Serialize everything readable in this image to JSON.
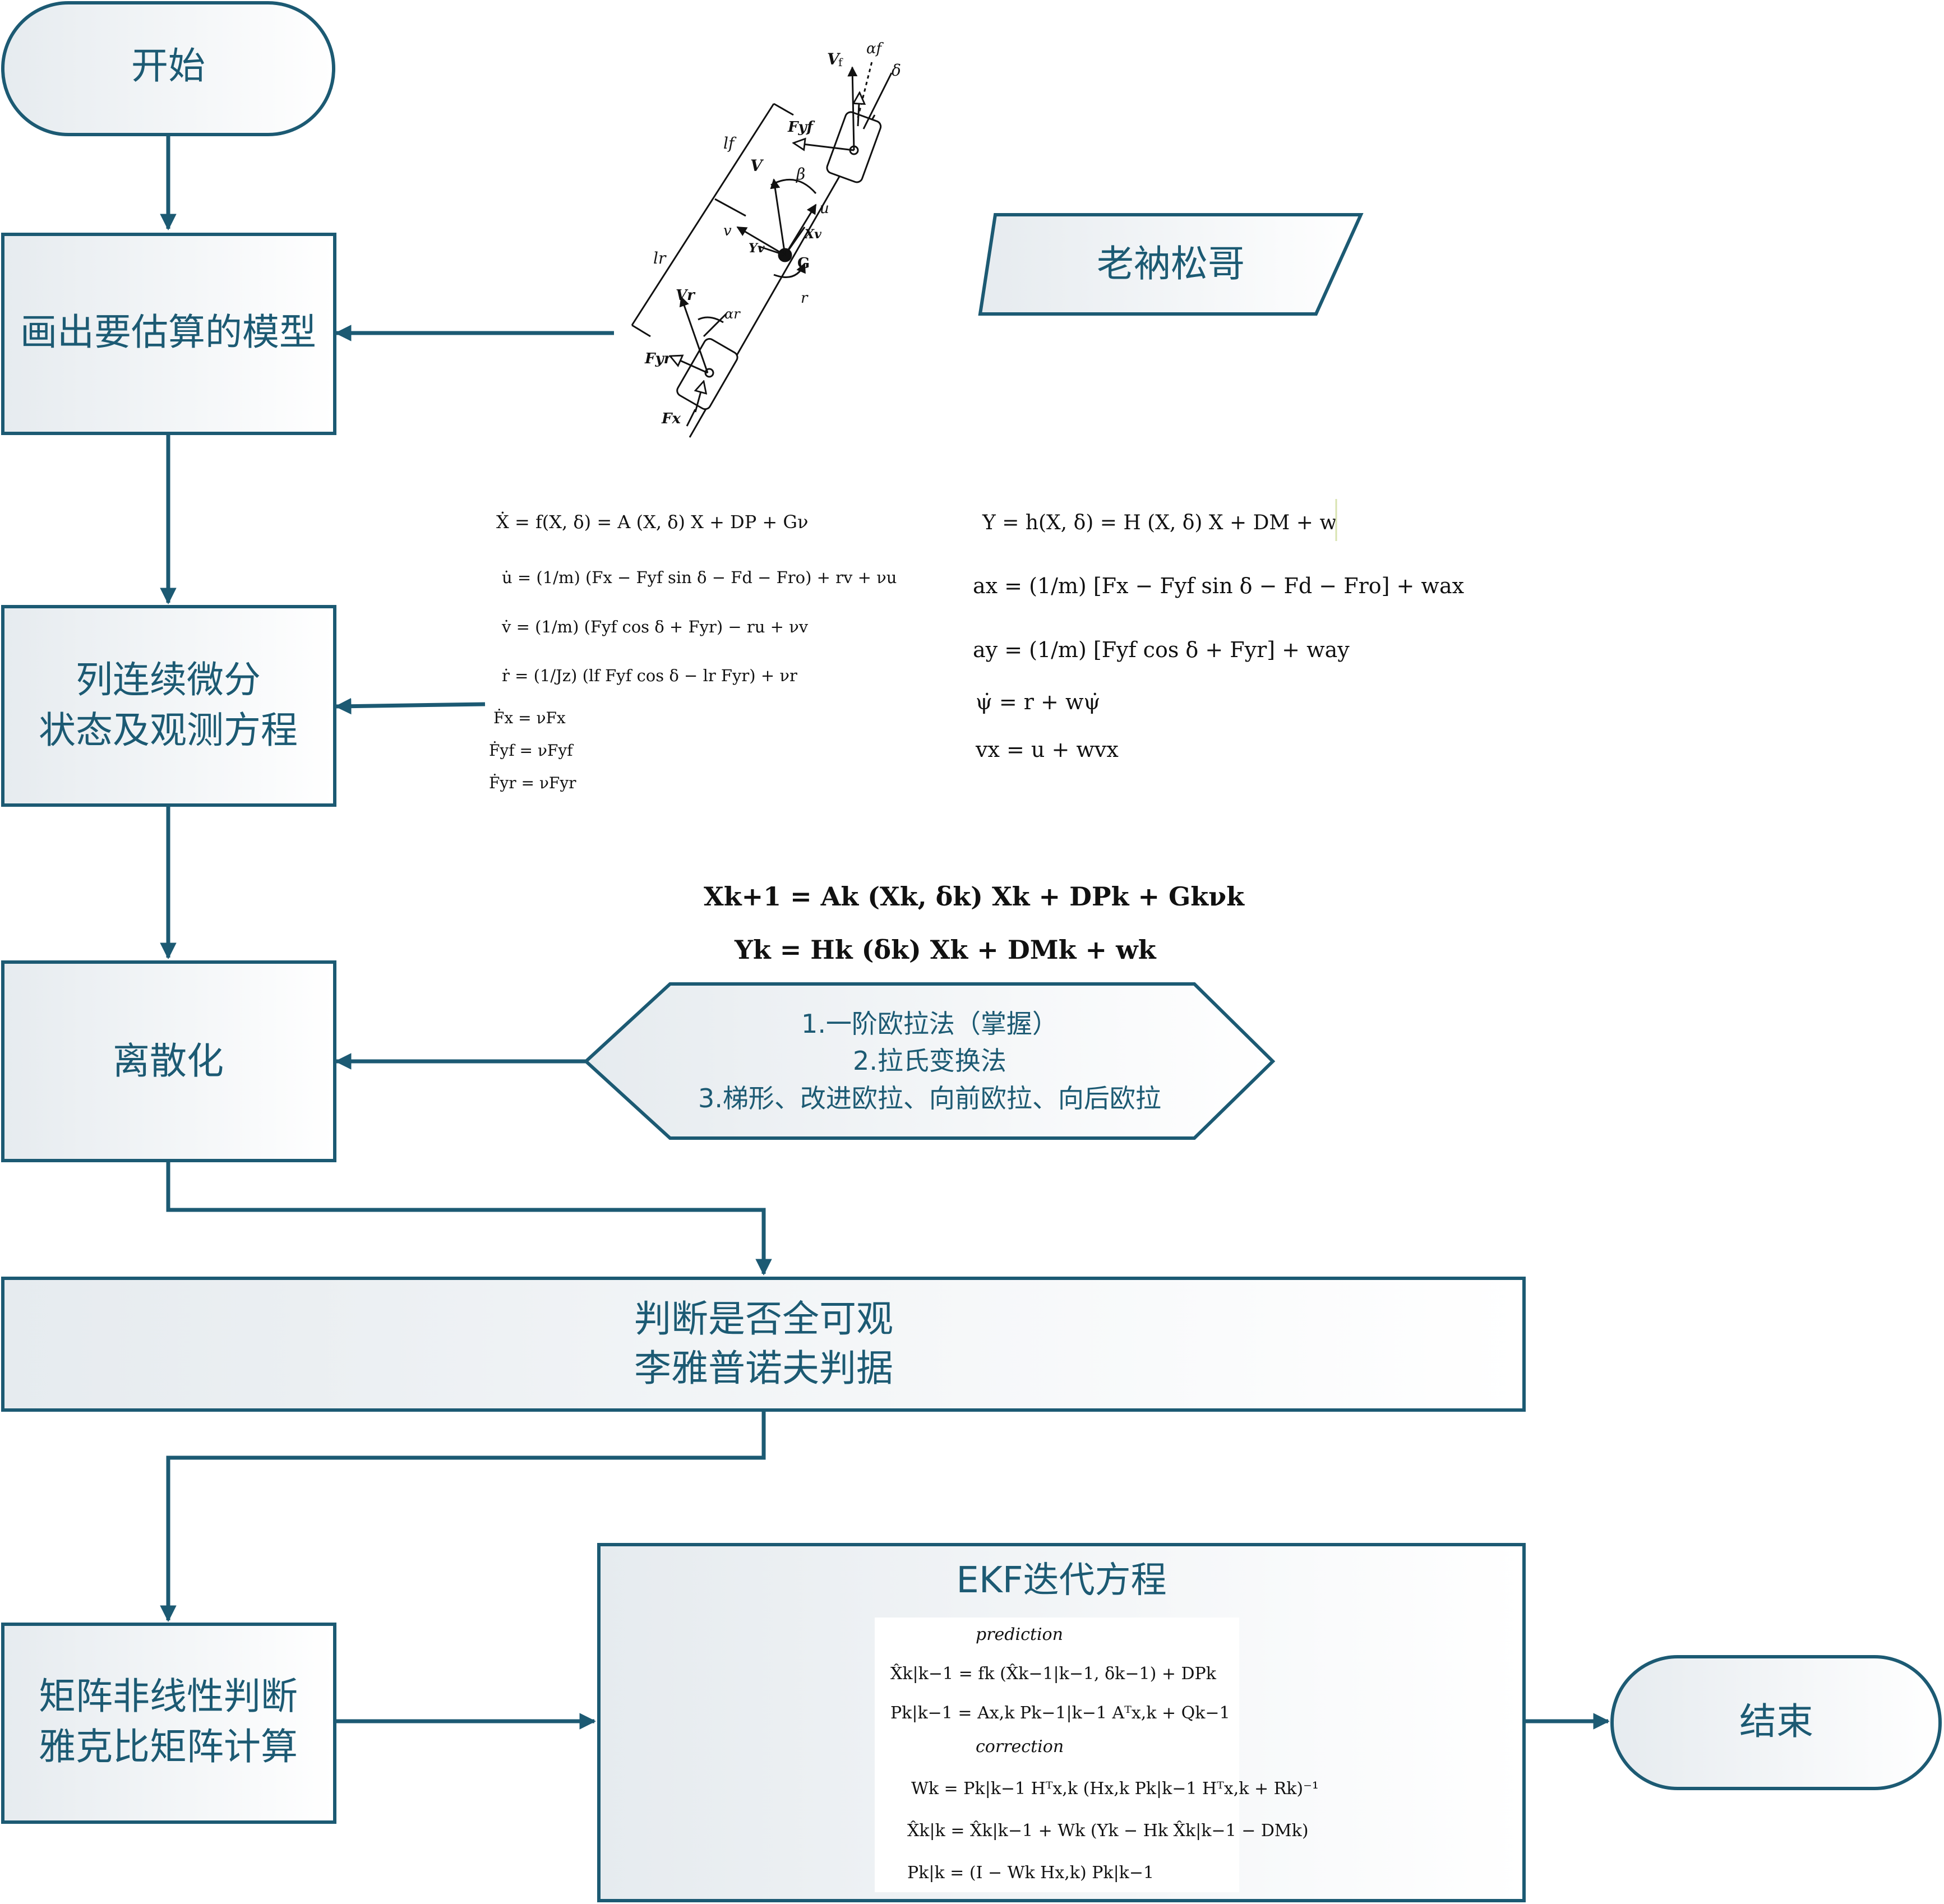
{
  "colors": {
    "stroke": "#1c5a73",
    "text": "#1c5a73",
    "box_fill_start": "#e6ebef",
    "box_fill_end": "#ffffff",
    "equation": "#111111"
  },
  "nodes": {
    "start": "开始",
    "model": "画出要估算的模型",
    "author": "老衲松哥",
    "equations_line1": "列连续微分",
    "equations_line2": "状态及观测方程",
    "discretize": "离散化",
    "methods_line1": "1.一阶欧拉法（掌握）",
    "methods_line2": "2.拉氏变换法",
    "methods_line3": "3.梯形、改进欧拉、向前欧拉、向后欧拉",
    "observability_line1": "判断是否全可观",
    "observability_line2": "李雅普诺夫判据",
    "jacobian_line1": "矩阵非线性判断",
    "jacobian_line2": "雅克比矩阵计算",
    "ekf_title": "EKF迭代方程",
    "end": "结束"
  },
  "vehicle_model_labels": {
    "vf": "V",
    "vf_sub": "f",
    "alpha_f": "αf",
    "delta": "δ",
    "fyf": "Fyf",
    "lf": "lf",
    "v": "V",
    "beta": "β",
    "u": "u",
    "v_lat": "v",
    "xv": "Xv",
    "yv": "Yv",
    "g": "G",
    "r": "r",
    "lr": "lr",
    "vr": "Vr",
    "alpha_r": "αr",
    "fyr": "Fyr",
    "fx": "Fx"
  },
  "continuous_state_equations": [
    "Ẋ = f(X, δ) = A (X, δ) X + DP + Gν",
    "u̇ = (1/m) (Fx − Fyf sin δ − Fd − Fro) + rv + νu",
    "v̇ = (1/m) (Fyf cos δ + Fyr) − ru + νv",
    "ṙ = (1/Jz) (lf Fyf cos δ − lr Fyr) + νr",
    "Ḟx = νFx",
    "Ḟyf = νFyf",
    "Ḟyr = νFyr"
  ],
  "observation_equations": [
    "Y = h(X, δ) = H (X, δ) X + DM + w",
    "ax = (1/m) [Fx − Fyf sin δ − Fd − Fro] + wax",
    "ay = (1/m) [Fyf cos δ + Fyr] + way",
    "ψ̇ = r + wψ̇",
    "vx = u + wvx"
  ],
  "discrete_equations": [
    "Xk+1 = Ak (Xk, δk) Xk + DPk + Gkνk",
    "Yk = Hk (δk) Xk + DMk + wk"
  ],
  "ekf_equations": {
    "prediction_label": "prediction",
    "prediction": [
      "X̂k|k−1 = fk (X̂k−1|k−1, δk−1) + DPk",
      "Pk|k−1 = Ax,k Pk−1|k−1 Aᵀx,k + Qk−1"
    ],
    "correction_label": "correction",
    "correction": [
      "Wk = Pk|k−1 Hᵀx,k (Hx,k Pk|k−1 Hᵀx,k + Rk)⁻¹",
      "X̂k|k = X̂k|k−1 + Wk (Yk − Hk X̂k|k−1 − DMk)",
      "Pk|k = (I − Wk Hx,k) Pk|k−1"
    ]
  }
}
